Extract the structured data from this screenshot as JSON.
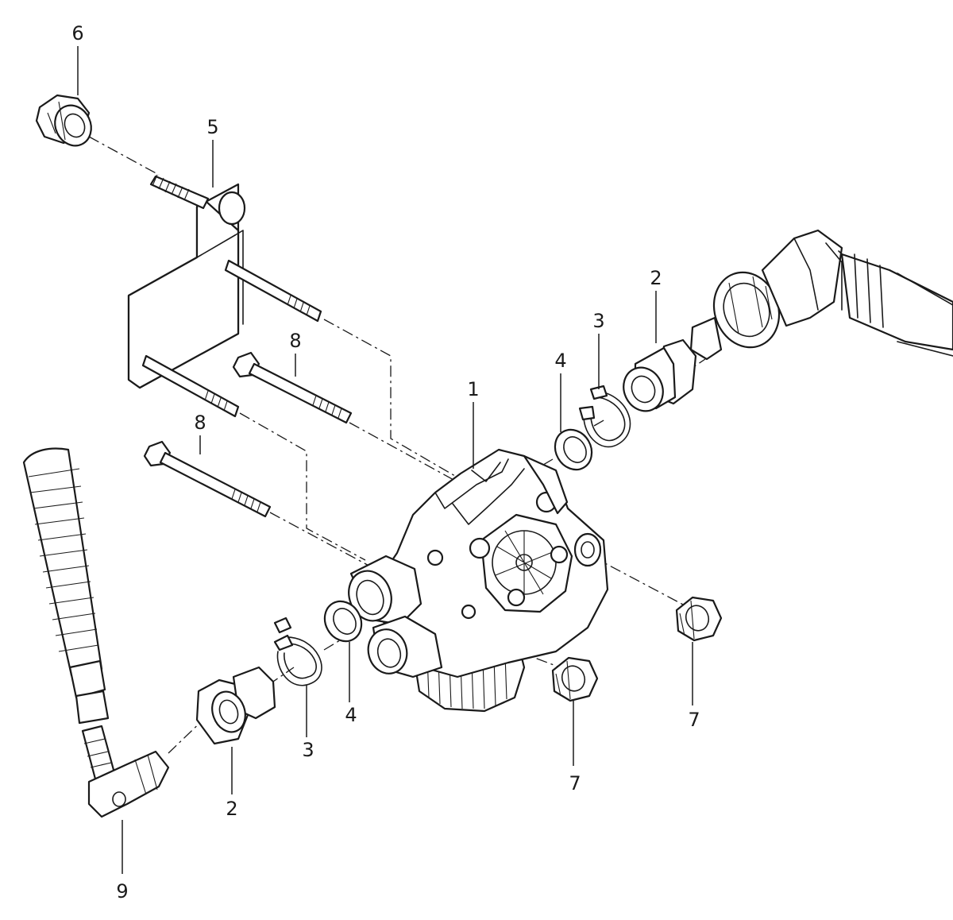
{
  "callouts": [
    {
      "id": "c6",
      "label": "6"
    },
    {
      "id": "c5",
      "label": "5"
    },
    {
      "id": "c2a",
      "label": "2"
    },
    {
      "id": "c3a",
      "label": "3"
    },
    {
      "id": "c8a",
      "label": "8"
    },
    {
      "id": "c4a",
      "label": "4"
    },
    {
      "id": "c1",
      "label": "1"
    },
    {
      "id": "c8b",
      "label": "8"
    },
    {
      "id": "c7a",
      "label": "7"
    },
    {
      "id": "c4b",
      "label": "4"
    },
    {
      "id": "c3b",
      "label": "3"
    },
    {
      "id": "c7b",
      "label": "7"
    },
    {
      "id": "c2b",
      "label": "2"
    },
    {
      "id": "c9",
      "label": "9"
    }
  ],
  "colors": {
    "line": "#1a1a1a",
    "background": "#ffffff"
  }
}
